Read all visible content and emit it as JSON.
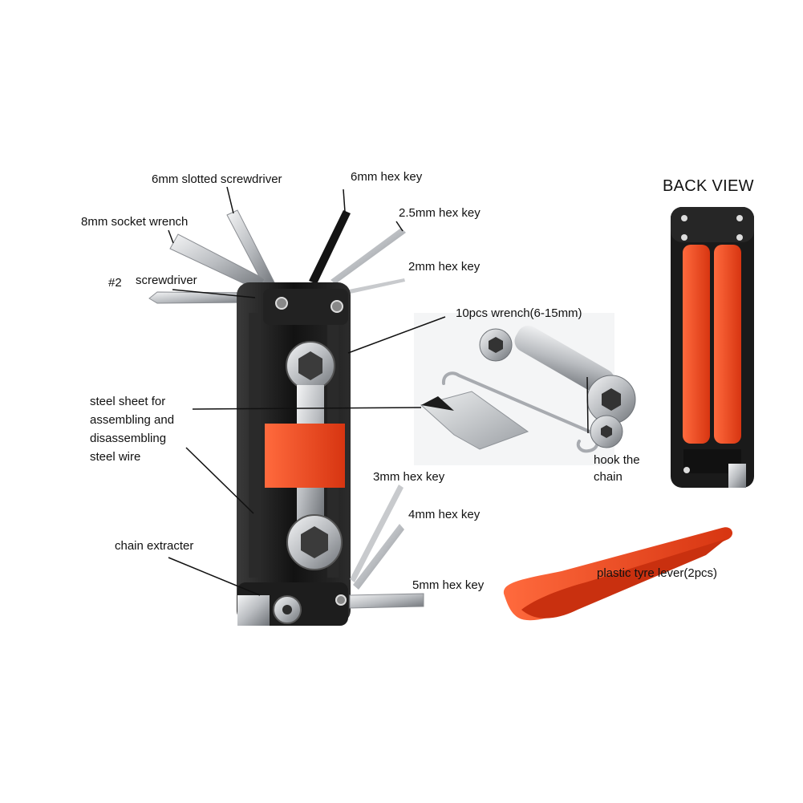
{
  "labels": {
    "slotted_screwdriver": "6mm slotted screwdriver",
    "hex_6mm": "6mm hex key",
    "hex_2_5mm": "2.5mm hex key",
    "socket_wrench": "8mm socket wrench",
    "hash2": "#2",
    "screwdriver": "screwdriver",
    "hex_2mm": "2mm hex key",
    "wrench_10pcs": "10pcs wrench(6-15mm)",
    "steel_sheet_1": "steel sheet for",
    "steel_sheet_2": "assembling and",
    "steel_sheet_3": "disassembling",
    "steel_sheet_4": "steel wire",
    "hook_1": "hook the",
    "hook_2": "chain",
    "hex_3mm": "3mm hex key",
    "hex_4mm": "4mm hex key",
    "chain_extracter": "chain extracter",
    "hex_5mm": "5mm hex key",
    "tyre_lever": "plastic tyre lever(2pcs)",
    "back_view": "BACK VIEW"
  },
  "colors": {
    "body_black": "#1b1b1b",
    "accent_red": "#e8401c",
    "steel": "#b9bcc0",
    "steel_dark": "#6f7378"
  }
}
